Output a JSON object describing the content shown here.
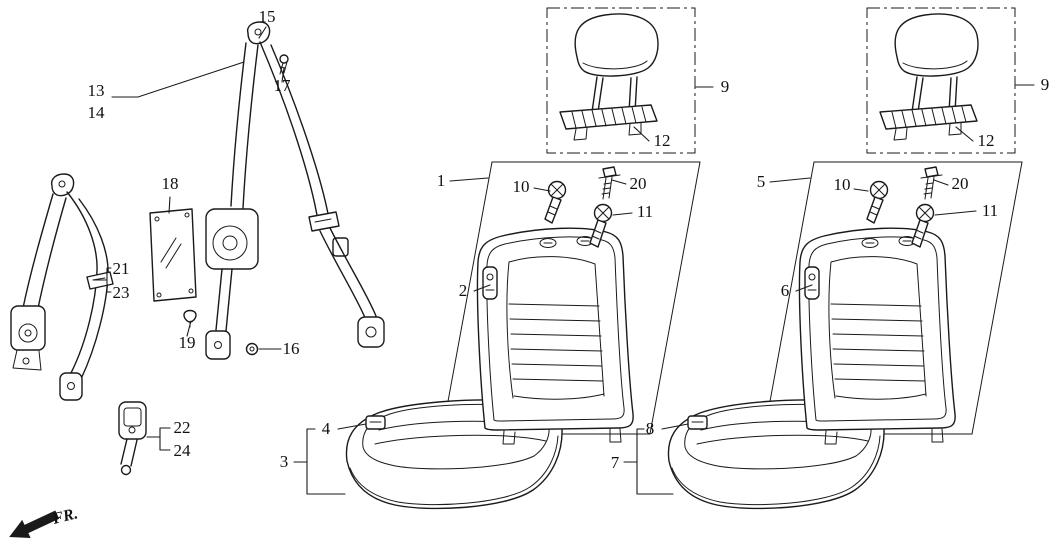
{
  "colors": {
    "line": "#1a1a1a",
    "background": "#ffffff"
  },
  "fr_label": "FR.",
  "callouts": {
    "c1": "1",
    "c2": "2",
    "c3": "3",
    "c4": "4",
    "c5": "5",
    "c6": "6",
    "c7": "7",
    "c8": "8",
    "c9a": "9",
    "c9b": "9",
    "c10a": "10",
    "c10b": "10",
    "c11a": "11",
    "c11b": "11",
    "c12a": "12",
    "c12b": "12",
    "c13": "13",
    "c14": "14",
    "c15": "15",
    "c16": "16",
    "c17": "17",
    "c18": "18",
    "c19": "19",
    "c20a": "20",
    "c20b": "20",
    "c21": "21",
    "c22": "22",
    "c23": "23",
    "c24": "24"
  }
}
